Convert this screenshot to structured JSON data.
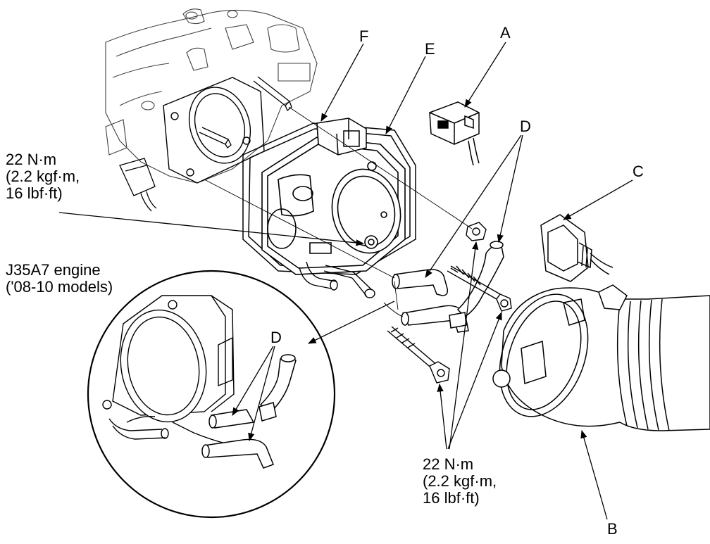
{
  "diagram": {
    "callouts": {
      "a": "A",
      "b": "B",
      "c": "C",
      "d_main": "D",
      "d_inset": "D",
      "e": "E",
      "f": "F"
    },
    "torque_upper": {
      "line1": "22 N·m",
      "line2": "(2.2 kgf·m,",
      "line3": "16 lbf·ft)"
    },
    "torque_lower": {
      "line1": "22 N·m",
      "line2": "(2.2 kgf·m,",
      "line3": "16 lbf·ft)"
    },
    "inset_caption": {
      "line1": "J35A7 engine",
      "line2": "('08-10 models)"
    }
  }
}
